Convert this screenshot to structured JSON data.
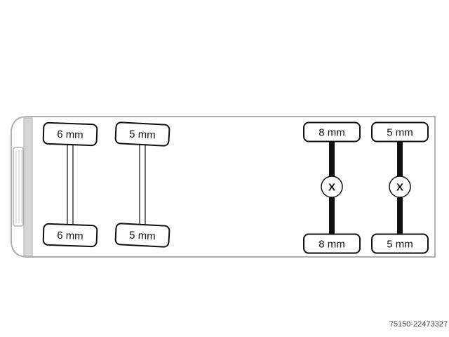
{
  "diagram": {
    "colors": {
      "outline": "#111111",
      "body_stroke": "#b0b0b0",
      "front_panel": "#d6d6d6",
      "background": "#ffffff"
    },
    "axles": [
      {
        "name": "axle-1",
        "type": "steered",
        "top_tread": "6 mm",
        "bottom_tread": "6 mm"
      },
      {
        "name": "axle-2",
        "type": "steered",
        "top_tread": "5 mm",
        "bottom_tread": "5 mm"
      },
      {
        "name": "axle-3",
        "type": "lift",
        "lift_marker": "X",
        "top_tread": "8 mm",
        "bottom_tread": "8 mm"
      },
      {
        "name": "axle-4",
        "type": "lift",
        "lift_marker": "X",
        "top_tread": "5 mm",
        "bottom_tread": "5 mm"
      }
    ]
  },
  "footer": {
    "reference_code": "75150-22473327"
  }
}
